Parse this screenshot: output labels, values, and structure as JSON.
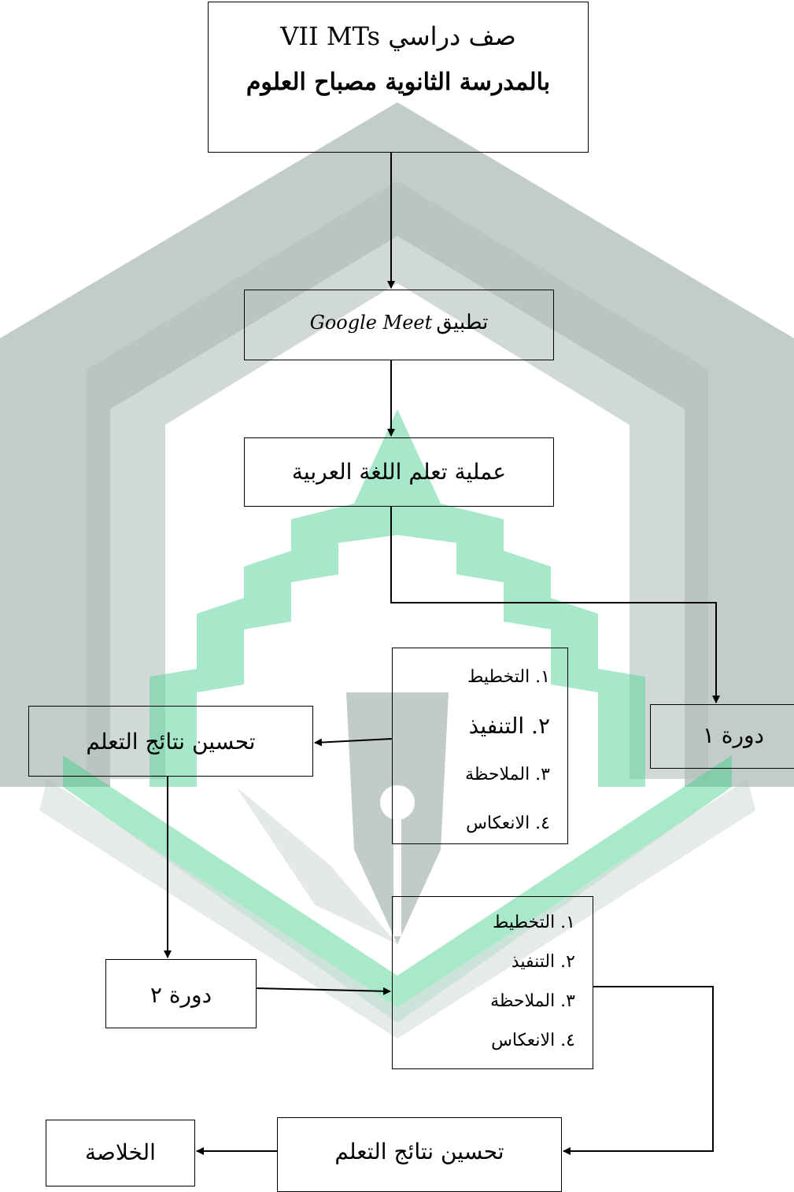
{
  "boxes": {
    "top": {
      "line1": "صف دراسي VII MTs",
      "line2": "بالمدرسة الثانوية مصباح العلوم"
    },
    "app": {
      "prefix": "تطبيق",
      "name": "Google Meet"
    },
    "process": "عملية تعلم اللغة العربية",
    "cycle1": "دورة ١",
    "steps1": [
      "١. التخطيط",
      "٢. التنفيذ",
      "٣. الملاحظة",
      "٤. الانعكاس"
    ],
    "improve1": "تحسين نتائج التعلم",
    "cycle2": "دورة ٢",
    "steps2": [
      "١. التخطيط",
      "٢. التنفيذ",
      "٣. الملاحظة",
      "٤. الانعكاس"
    ],
    "improve2": "تحسين نتائج التعلم",
    "conclusion": "الخلاصة"
  },
  "colors": {
    "watermark_gray": "#aab6b0",
    "watermark_green": "#58d49a",
    "line": "#000000"
  }
}
